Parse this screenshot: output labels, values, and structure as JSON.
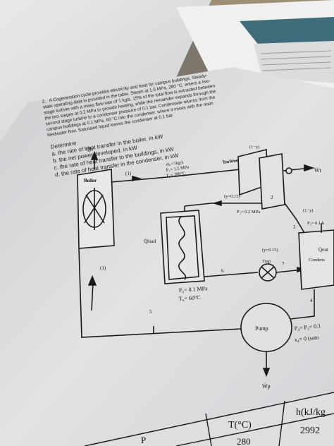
{
  "problem": {
    "number": "2.",
    "lines": [
      "A Cogeneration cycle provides electricity and heat for campus buildings. Steady-",
      "state operating data is provided in the table. Steam at 1.5 MPa, 280 °C, enters a two-",
      "stage turbine with a mass flow rate of 1 kg/s. 15% of the total flow is extracted between",
      "the two stages at 0.2 MPa to provide heating, while the remainder expands through the",
      "second stage turbine to a condenser pressure of 0.1 bar. Condensate returns from the",
      "campus buildings at 0.1 MPa, 60 °C into the condenser, where it mixes with the main",
      "feedwater flow. Saturated liquid leaves the condenser at 0.1 bar."
    ],
    "determine_label": "Determine",
    "tasks": [
      "a. the rate of heat transfer in the boiler, in kW",
      "b. the net power developed, in kW",
      "c. the rate of heat transfer to the buildings, in kW",
      "d. the rate of heat transfer in the condenser, in kW"
    ]
  },
  "diagram": {
    "boiler_label": "Boiler",
    "qb_label": "Q̇b",
    "state1_label": "(1)",
    "left_flow_label": "(1)",
    "m1": "ṁ₁=1kg/s",
    "p1": "P₁= 1.5 MPa",
    "t1": "T₁= 280°C",
    "turbine_label": "Turbine",
    "wt_label": "Ẇt",
    "frac_top": "(1−y)",
    "frac_extract": "(y=0.15)",
    "state2": "2",
    "p2": "P₂= 0.2 MPa",
    "frac_right": "(1−y)",
    "state3": "3",
    "p3": "P₃= 0.1 b",
    "qload": "Q̇load",
    "state6": "6",
    "trap_label": "Trap",
    "frac_trap": "(y=0.15)",
    "state7": "7",
    "condenser_label": "Condens",
    "qout": "Q̇out",
    "p6": "P₆= 0.1 MPa",
    "t6": "T₆= 60°C",
    "state5": "5",
    "state4": "4",
    "pump_label": "Pump",
    "p4": "P₄= P₃= 0.1",
    "x4": "x₄= 0 (satu",
    "wp_label": "Ẇp"
  },
  "table": {
    "col_p": "P",
    "col_t": "T(°C)",
    "col_h": "h(kJ/kg",
    "val_t": "280",
    "val_h": "2992"
  }
}
